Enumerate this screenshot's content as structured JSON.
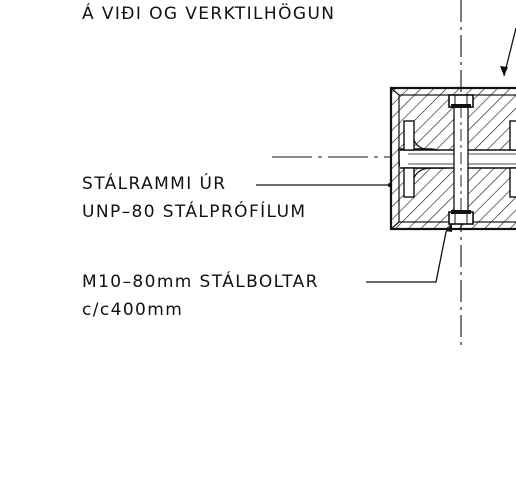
{
  "labels": {
    "top_note": "Á VIÐI OG VERKTILHÖGUN",
    "frame_line1": "STÁLRAMMI ÚR",
    "frame_line2": "UNP–80 STÁLPRÓFÍLUM",
    "bolt_line1": "M10–80mm STÁLBOLTAR",
    "bolt_line2": "c/c400mm"
  },
  "colors": {
    "ink": "#111111",
    "background": "#ffffff"
  }
}
